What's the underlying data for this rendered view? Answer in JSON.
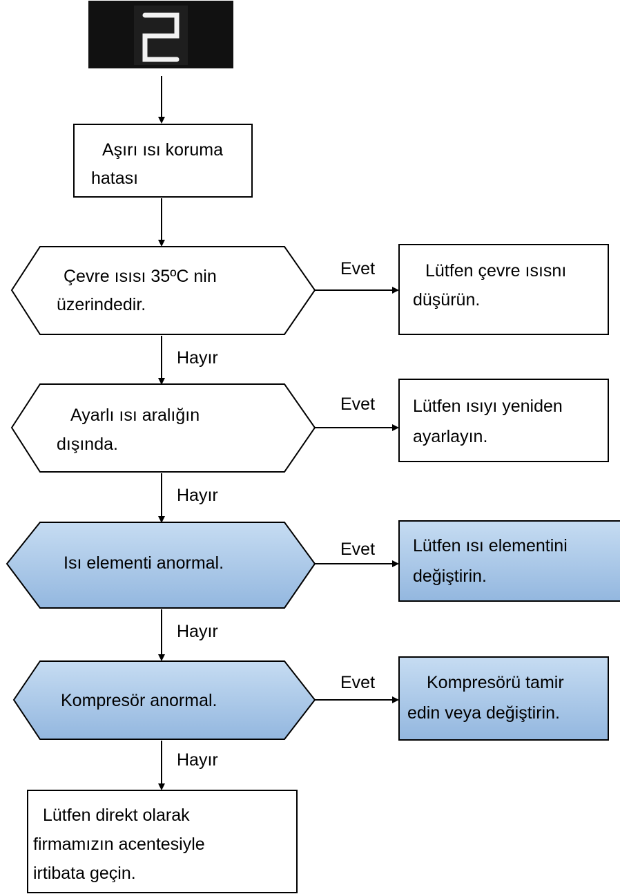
{
  "display": {
    "code": "2",
    "code_icon": "seven-segment-digit-2"
  },
  "colors": {
    "shade_top": "#c6dcf2",
    "shade_bottom": "#93b7df",
    "stroke": "#000000",
    "display_bg": "#111111",
    "segment": "#f2f2f2"
  },
  "nodes": {
    "start": {
      "line1": "Aşırı ısı koruma",
      "line2": "hatası"
    },
    "q1": {
      "line1": "Çevre ısısı 35ºC nin",
      "line2": "üzerindedir."
    },
    "a1": {
      "line1": "Lütfen çevre ısısnı",
      "line2": "düşürün."
    },
    "q2": {
      "line1": "Ayarlı ısı aralığın",
      "line2": "dışında."
    },
    "a2": {
      "line1": "Lütfen ısıyı yeniden",
      "line2": "ayarlayın."
    },
    "q3": {
      "line1": "Isı elementi anormal."
    },
    "a3": {
      "line1": "Lütfen ısı elementini",
      "line2": "değiştirin."
    },
    "q4": {
      "line1": "Kompresör anormal."
    },
    "a4": {
      "line1": "Kompresörü tamir",
      "line2": "edin veya değiştirin."
    },
    "end": {
      "line1": "Lütfen direkt olarak",
      "line2": "firmamızın acentesiyle",
      "line3": "irtibata geçin."
    }
  },
  "edges": {
    "yes_label": "Evet",
    "no_label": "Hayır"
  }
}
